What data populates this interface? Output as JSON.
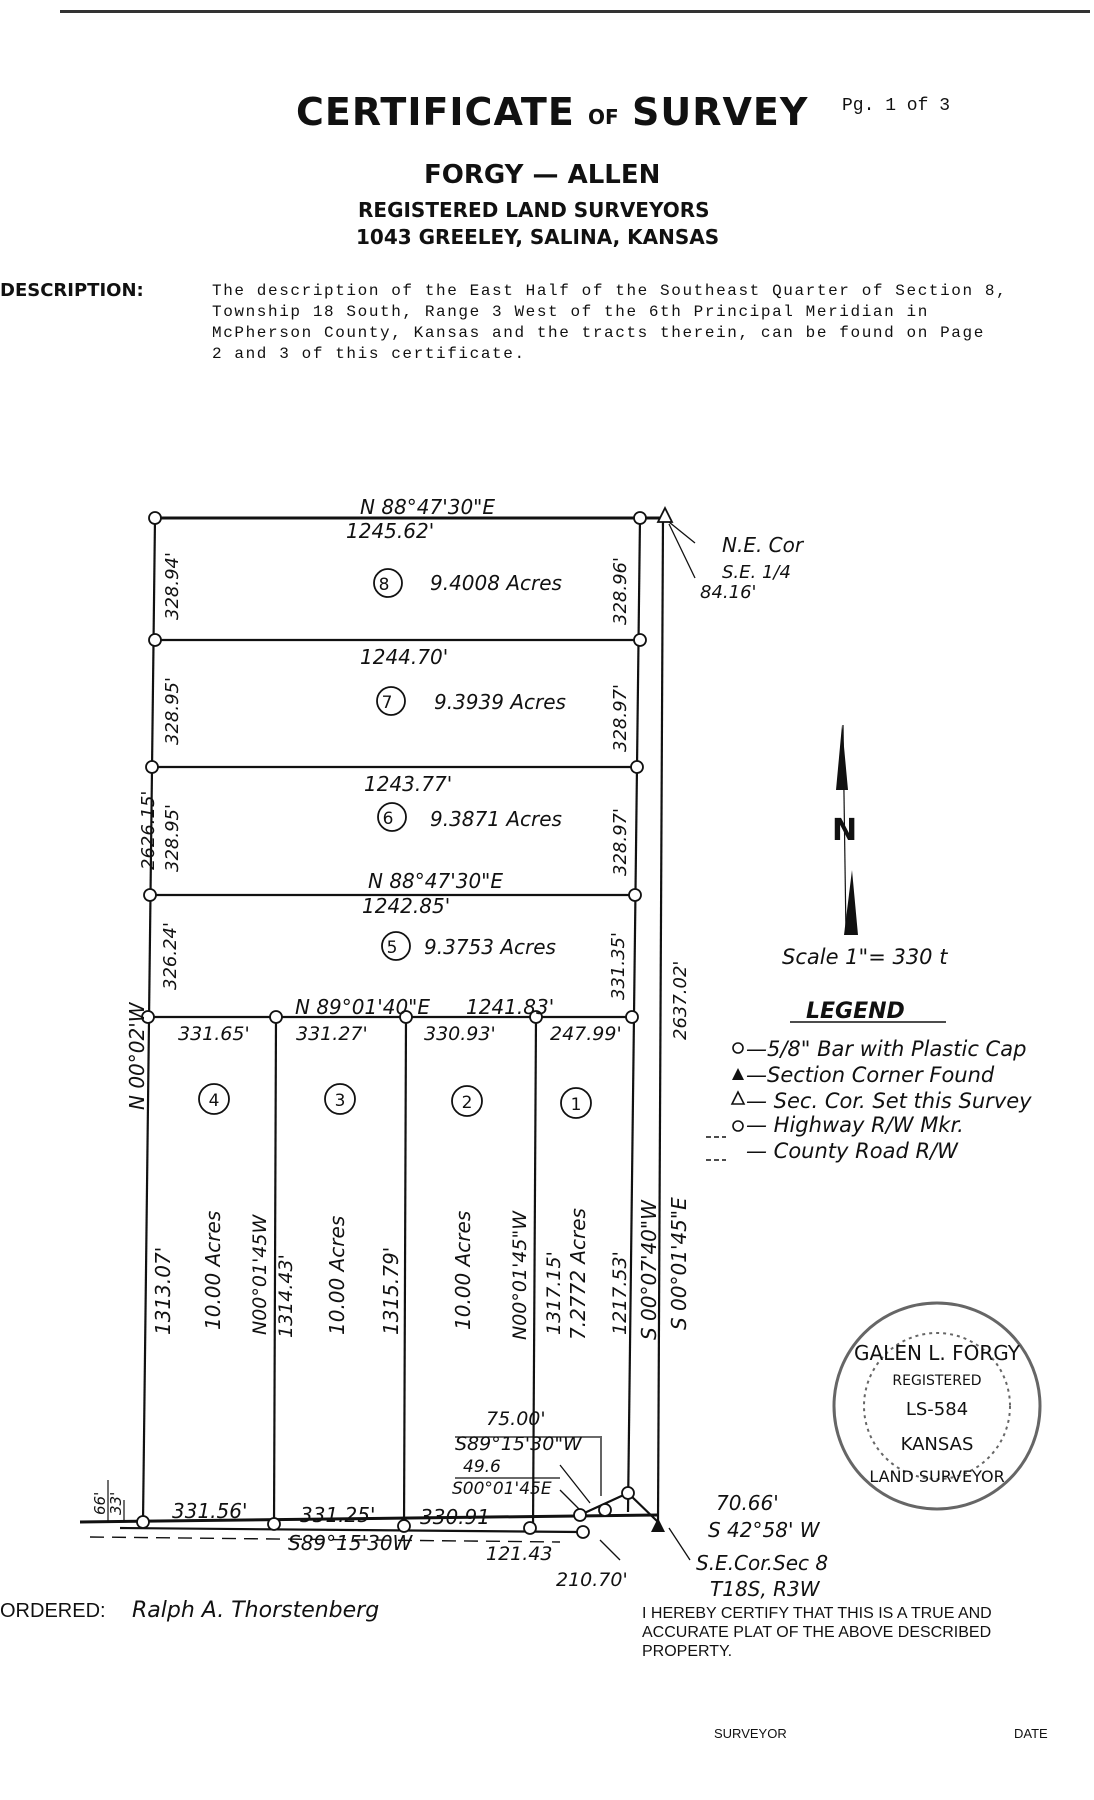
{
  "header": {
    "title_a": "CERTIFICATE",
    "title_of": "OF",
    "title_b": "SURVEY",
    "page": "Pg. 1 of 3",
    "firm": "FORGY — ALLEN",
    "firm_sub": "REGISTERED LAND SURVEYORS",
    "address": "1043 GREELEY, SALINA, KANSAS"
  },
  "description": {
    "label": "DESCRIPTION:",
    "lines": [
      "The description of the East Half of the Southeast Quarter of Section 8,",
      "Township 18 South, Range 3 West of the 6th Principal Meridian in",
      "McPherson County, Kansas and the tracts therein, can be found on Page",
      "2 and 3 of this certificate."
    ]
  },
  "plat": {
    "bearing_top": "N 88°47'30\"E",
    "dist_top": "1245.62'",
    "tract8": "9.4008 Acres",
    "tract8_no": "8",
    "dist_8_7": "1244.70'",
    "tract7": "9.3939 Acres",
    "tract7_no": "7",
    "dist_7_6": "1243.77'",
    "tract6": "9.3871 Acres",
    "tract6_no": "6",
    "bearing_mid": "N 88°47'30\"E",
    "dist_6_5": "1242.85'",
    "tract5": "9.3753 Acres",
    "tract5_no": "5",
    "bearing_lower": "N 89°01'40\"E",
    "dist_lower": "1241.83'",
    "left_328_94": "328.94'",
    "left_328_95a": "328.95'",
    "left_328_95b": "328.95'",
    "left_326_24": "326.24'",
    "left_total": "2626.15'",
    "left_bearing": "N 00°02'W",
    "right_328_96": "328.96'",
    "right_328_97a": "328.97'",
    "right_328_97b": "328.97'",
    "right_331_35": "331.35'",
    "right_total": "2637.02'",
    "right_bearing": "S 00°01'45\"E",
    "inner_bearing": "S 00°07'40\"W",
    "top_331_65": "331.65'",
    "top_331_27": "331.27'",
    "top_330_93": "330.93'",
    "top_247_99": "247.99'",
    "tract4_no": "4",
    "tract3_no": "3",
    "tract2_no": "2",
    "tract1_no": "1",
    "tract4": "10.00 Acres",
    "tract3": "10.00 Acres",
    "tract2": "10.00 Acres",
    "tract1": "7.2772 Acres",
    "v_1313_07": "1313.07'",
    "v_1314_43": "1314.43'",
    "v_1315_79": "1315.79'",
    "v_1317_15": "1317.15'",
    "v_1217_53": "1217.53'",
    "bear_3_4": "N00°01'45W",
    "bear_1_2": "N00°01'45\"W",
    "bot_331_56": "331.56'",
    "bot_331_25": "331.25'",
    "bot_330_91": "330.91",
    "bottom_bearing": "S89°15'30W",
    "d_75_00": "75.00'",
    "b_s89": "S89°15'30\"W",
    "d_49_6": "49.6",
    "b_s00": "S00°01'45E",
    "d_121_43": "121.43",
    "d_210_70": "210.70'",
    "d_70_66": "70.66'",
    "b_s42": "S 42°58' W",
    "se_cor_1": "S.E.Cor.Sec 8",
    "se_cor_2": "T18S, R3W",
    "ne_cor_1": "N.E. Cor",
    "ne_cor_2": "S.E. 1/4",
    "ne_cor_3": "84.16'",
    "row_66": "66'",
    "row_33": "33'"
  },
  "north": {
    "label": "N"
  },
  "scale": "Scale 1\"= 330 t",
  "legend": {
    "title": "LEGEND",
    "items": [
      "—5/8\" Bar with Plastic Cap",
      "—Section Corner Found",
      "— Sec. Cor. Set this Survey",
      "— Highway R/W Mkr.",
      "— County Road R/W"
    ]
  },
  "seal": {
    "top": "GALEN L. FORGY",
    "mid": "REGISTERED",
    "num": "LS-584",
    "state": "KANSAS",
    "bottom": "LAND SURVEYOR"
  },
  "footer": {
    "ordered_label": "ORDERED:",
    "ordered_name": "Ralph A. Thorstenberg",
    "certify": [
      "I HEREBY CERTIFY THAT THIS IS A TRUE AND",
      "ACCURATE PLAT OF THE ABOVE DESCRIBED",
      "PROPERTY."
    ],
    "surveyor": "SURVEYOR",
    "date": "DATE"
  }
}
